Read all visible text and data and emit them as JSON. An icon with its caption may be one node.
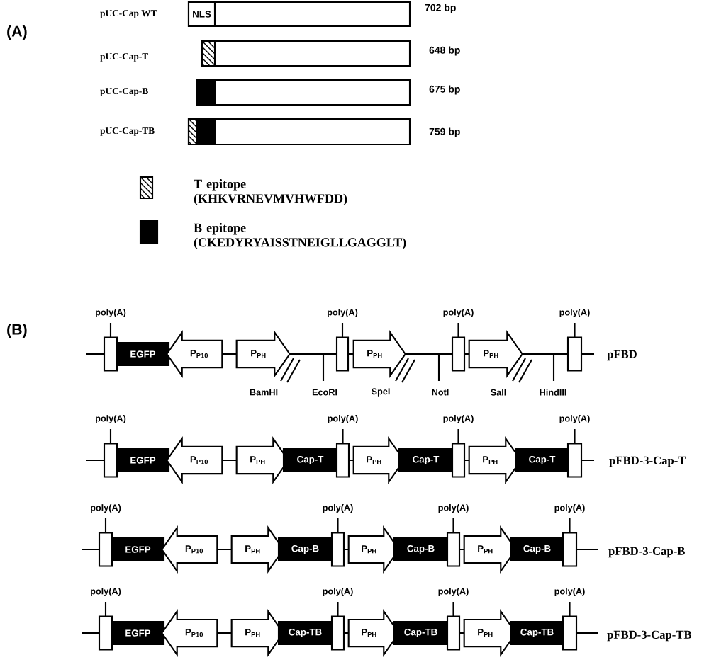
{
  "diagram": {
    "nodes": [
      {
        "text": [
          "NLS"
        ]
      },
      {
        "text": [
          "poly(A)"
        ]
      },
      {
        "text": [
          "EGFP"
        ]
      },
      {
        "text": [
          "P$_{P10}$"
        ]
      },
      {
        "text": [
          "P$_{PH}$"
        ]
      },
      {
        "text": [
          "poly(A)"
        ]
      },
      {
        "text": [
          "P$_{PH}$"
        ]
      },
      {
        "text": [
          "poly(A)"
        ]
      },
      {
        "text": [
          "P$_{PH}$"
        ]
      },
      {
        "text": [
          "poly(A)"
        ]
      },
      {
        "text": [
          "poly(A)"
        ]
      },
      {
        "text": [
          "EGFP"
        ]
      },
      {
        "text": [
          "P$_{P10}$"
        ]
      },
      {
        "text": [
          "P$_{PH}$"
        ]
      },
      {
        "text": [
          "Cap-T"
        ]
      },
      {
        "text": [
          "poly(A)"
        ]
      },
      {
        "text": [
          "P$_{PH}$"
        ]
      },
      {
        "text": [
          "Cap-T"
        ]
      },
      {
        "text": [
          "poly(A)"
        ]
      },
      {
        "text": [
          "P$_{PH}$"
        ]
      },
      {
        "text": [
          "Cap-T"
        ]
      },
      {
        "text": [
          "poly(A)"
        ]
      },
      {
        "text": [
          "poly(A)"
        ]
      },
      {
        "text": [
          "EGFP"
        ]
      },
      {
        "text": [
          "P$_{P10}$"
        ]
      },
      {
        "text": [
          "P$_{PH}$"
        ]
      },
      {
        "text": [
          "Cap-B"
        ]
      },
      {
        "text": [
          "poly(A)"
        ]
      },
      {
        "text": [
          "P$_{PH}$"
        ]
      },
      {
        "text": [
          "Cap-B"
        ]
      },
      {
        "text": [
          "poly(A)"
        ]
      },
      {
        "text": [
          "P$_{PH}$"
        ]
      },
      {
        "text": [
          "Cap-B"
        ]
      },
      {
        "text": [
          "poly(A)"
        ]
      },
      {
        "text": [
          "poly(A)"
        ]
      },
      {
        "text": [
          "EGFP"
        ]
      },
      {
        "text": [
          "P$_{P10}$"
        ]
      },
      {
        "text": [
          "P$_{PH}$"
        ]
      },
      {
        "text": [
          "Cap-TB"
        ]
      },
      {
        "text": [
          "poly(A)"
        ]
      },
      {
        "text": [
          "P$_{PH}$"
        ]
      },
      {
        "text": [
          "Cap-TB"
        ]
      },
      {
        "text": [
          "poly(A)"
        ]
      },
      {
        "text": [
          "P$_{PH}$"
        ]
      },
      {
        "text": [
          "Cap-TB"
        ]
      },
      {
        "text": [
          "poly(A)"
        ]
      }
    ],
    "labels": [
      "(A)",
      "pUC-Cap WT",
      "702 bp",
      "pUC-Cap-T",
      "648 bp",
      "pUC-Cap-B",
      "675 bp",
      "pUC-Cap-TB",
      "759 bp",
      "(B)",
      "pFBD",
      "BamHI",
      "EcoRI",
      "SpeI",
      "NotI",
      "SalI",
      "HindIII",
      "pFBD-3-Cap-T",
      "pFBD-3-Cap-B",
      "pFBD-3-Cap-TB"
    ],
    "legend": [
      {
        "text": "T epitope (KHKVRNEVMVHWFDD)"
      },
      {
        "text": "B epitope (CKEDYRYAISSTNEIGLLGAGGLT)",
        "color": "#000000"
      }
    ]
  }
}
